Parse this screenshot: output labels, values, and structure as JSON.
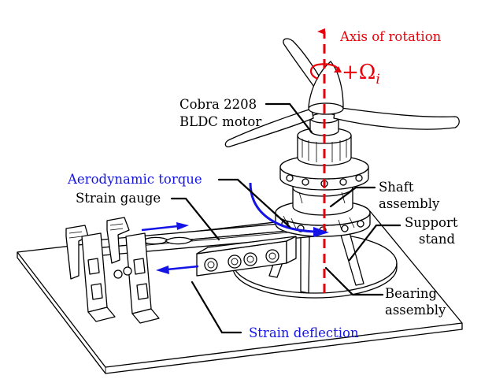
{
  "labels": {
    "axis_of_rotation": "Axis of rotation",
    "omega_main": "+Ω",
    "omega_sub": "i",
    "motor_line1": "Cobra 2208",
    "motor_line2": "BLDC motor",
    "aerodynamic_torque": "Aerodynamic torque",
    "strain_gauge": "Strain gauge",
    "shaft_line1": "Shaft",
    "shaft_line2": "assembly",
    "support_line1": "Support",
    "support_line2": "stand",
    "bearing_line1": "Bearing",
    "bearing_line2": "assembly",
    "strain_deflection": "Strain deflection"
  },
  "colors": {
    "axis_red": "#e8000b",
    "torque_blue": "#1414e6",
    "ink": "#000000"
  }
}
